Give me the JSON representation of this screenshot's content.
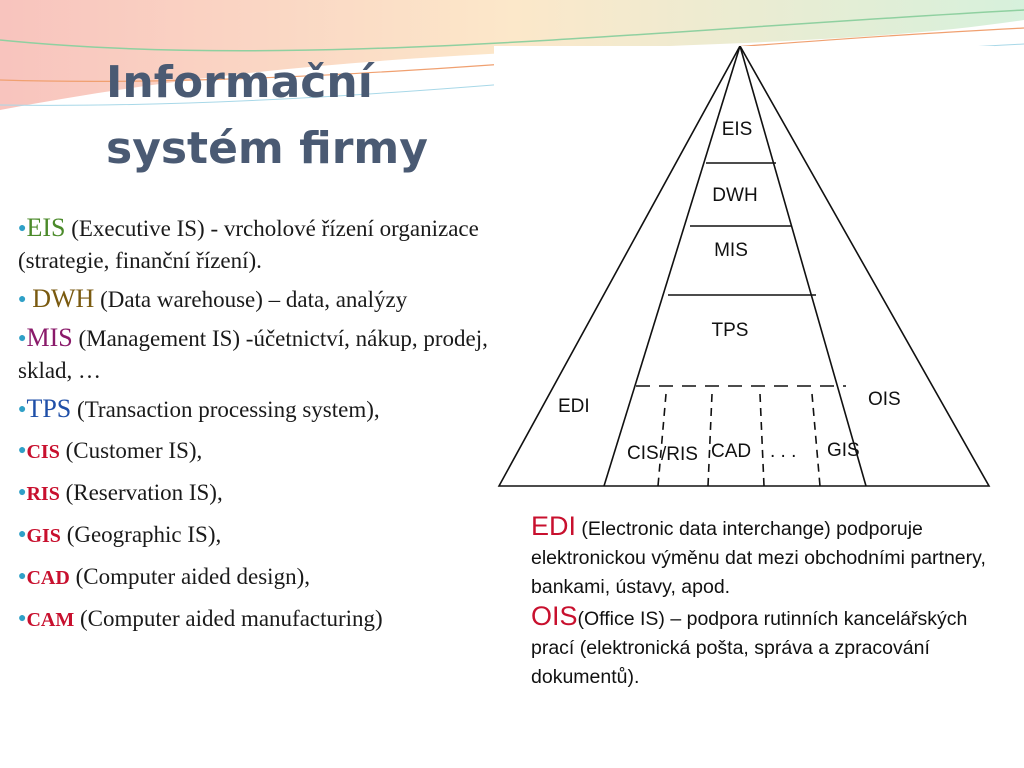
{
  "colors": {
    "title": "#4a5a73",
    "bullet_dot": "#2fa0c7",
    "eis": "#4b8a2a",
    "dwh": "#7a5a10",
    "mis": "#8a1a6a",
    "tps": "#1f4fa8",
    "small_abbr": "#c8102e",
    "note_key": "#c8102e"
  },
  "title": [
    "Informační",
    "systém firmy"
  ],
  "bullets": [
    {
      "abbr": "EIS",
      "text": " (Executive IS) - vrcholové řízení organizace (strategie, finanční řízení).",
      "style": "big",
      "color_key": "eis"
    },
    {
      "abbr": "DWH",
      "text": " (Data warehouse) – data, analýzy",
      "style": "big",
      "color_key": "dwh"
    },
    {
      "abbr": "MIS",
      "text": " (Management IS) -účetnictví, nákup, prodej, sklad, …",
      "style": "big",
      "color_key": "mis"
    },
    {
      "abbr": "TPS",
      "text": " (Transaction processing system),",
      "style": "big",
      "color_key": "tps"
    },
    {
      "abbr": "CIS",
      "text": " (Customer IS),",
      "style": "small",
      "color_key": "small_abbr"
    },
    {
      "abbr": "RIS",
      "text": " (Reservation IS),",
      "style": "small",
      "color_key": "small_abbr"
    },
    {
      "abbr": "GIS",
      "text": " (Geographic IS),",
      "style": "small",
      "color_key": "small_abbr"
    },
    {
      "abbr": "CAD",
      "text": " (Computer aided design),",
      "style": "small",
      "color_key": "small_abbr"
    },
    {
      "abbr": "CAM",
      "text": " (Computer aided manufacturing)",
      "style": "small",
      "color_key": "small_abbr"
    }
  ],
  "diagram": {
    "levels": [
      "EIS",
      "DWH",
      "MIS",
      "TPS"
    ],
    "base_labels": [
      "CIS",
      "/RIS",
      "CAD",
      ". . .",
      "GIS"
    ],
    "left_label": "EDI",
    "right_label": "OIS"
  },
  "notes": [
    {
      "key": "EDI",
      "text": " (Electronic data interchange) podporuje elektronickou výměnu dat mezi obchodními partnery, bankami, ústavy, apod."
    },
    {
      "key": "OIS",
      "text": "(Office IS) – podpora rutinních kancelářských prací (elektronická pošta, správa a zpracování dokumentů)."
    }
  ]
}
